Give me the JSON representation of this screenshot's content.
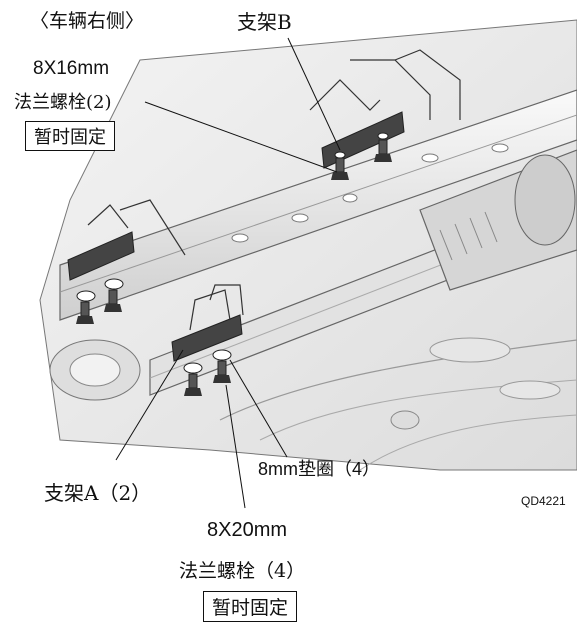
{
  "labels": {
    "vehicle_side": "〈车辆右侧〉",
    "bracket_b": "支架B",
    "bolt_top_size": "8X16mm",
    "bolt_top_desc": "法兰螺栓(2)",
    "temp_fix_top": "暂时固定",
    "bracket_a": "支架A（2）",
    "washer": "8mm垫圈（4）",
    "bolt_bottom_size": "8X20mm",
    "bolt_bottom_desc": "法兰螺栓（4）",
    "temp_fix_bottom": "暂时固定",
    "figure_code": "QD4221"
  }
}
